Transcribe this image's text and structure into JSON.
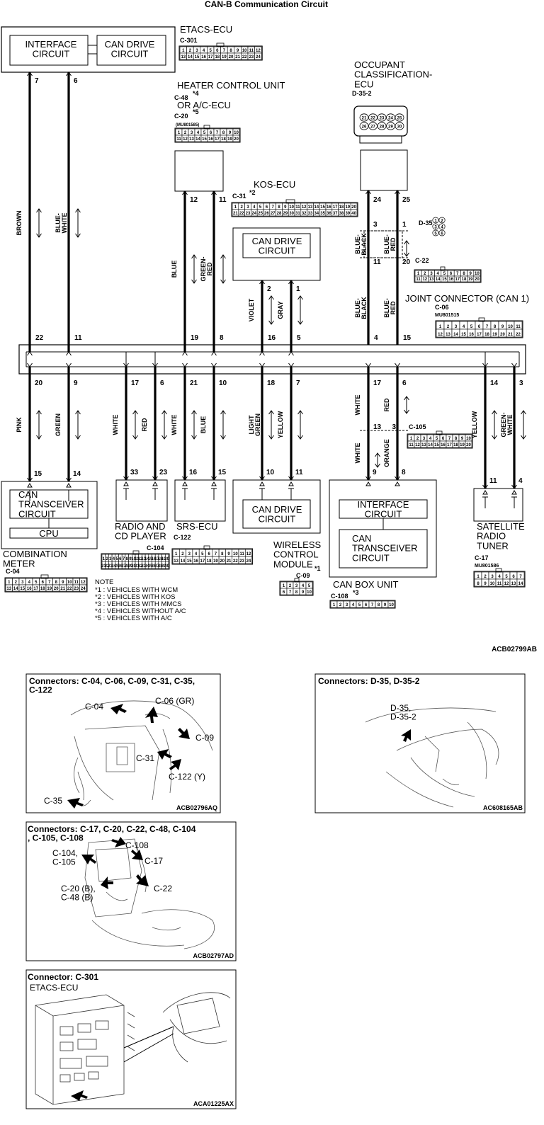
{
  "title": "CAN-B Communication Circuit",
  "wire_colors": {
    "left1": "BROWN",
    "left2": "BLUE-\nWHITE",
    "hc1": "BLUE",
    "hc2": "GREEN-\nRED",
    "kos1": "VIOLET",
    "kos2": "GRAY",
    "oc1a": "BLUE-\nBLACK",
    "oc2a": "BLUE-\nRED",
    "oc1b": "BLUE-\nBLACK",
    "oc2b": "BLUE-\nRED",
    "cm1": "PINK",
    "cm2": "GREEN",
    "ra1": "WHITE",
    "ra2": "RED",
    "srs1": "WHITE",
    "srs2": "BLUE",
    "wc1": "LIGHT\nGREEN",
    "wc2": "YELLOW",
    "cb1a": "WHITE",
    "cb2a": "RED",
    "cb1b": "WHITE",
    "cb2b": "ORANGE",
    "sat1": "YELLOW",
    "sat2": "GREEN-\nWHITE"
  },
  "labels": {
    "etacs": "ETACS-ECU",
    "c301": "C-301",
    "interface": "INTERFACE\nCIRCUIT",
    "can_drive": "CAN DRIVE\nCIRCUIT",
    "heater": "HEATER CONTROL UNIT",
    "c48": "C-48",
    "or_ac": "OR A/C-ECU",
    "c20": "C-20",
    "mu801585": "(MU801585)",
    "kos": "KOS-ECU",
    "c31": "C-31",
    "occupant": "OCCUPANT\nCLASSIFICATION-\nECU",
    "d352": "D-35-2",
    "d35": "D-35",
    "c22": "C-22",
    "joint": "JOINT CONNECTOR (CAN 1)",
    "c06": "C-06",
    "mu801515": "MU801515",
    "can_trans": "CAN\nTRANSCEIVER\nCIRCUIT",
    "cpu": "CPU",
    "combination": "COMBINATION\nMETER",
    "c04": "C-04",
    "radio": "RADIO AND\nCD PLAYER",
    "c104": "C-104",
    "srs": "SRS-ECU",
    "c122": "C-122",
    "wireless": "WIRELESS\nCONTROL\nMODULE",
    "c09": "C-09",
    "canbox": "CAN BOX UNIT",
    "c108": "C-108",
    "c105": "C-105",
    "satellite": "SATELLITE\nRADIO\nTUNER",
    "c17": "C-17",
    "mu801586": "MU801586",
    "star1": "*1",
    "star2": "*2",
    "star3": "*3",
    "star4": "*4",
    "star5": "*5"
  },
  "note": {
    "head": "NOTE",
    "lines": [
      "*1 : VEHICLES WITH WCM",
      "*2 : VEHICLES WITH KOS",
      "*3 : VEHICLES WITH MMCS",
      "*4 : VEHICLES WITHOUT A/C",
      "*5 : VEHICLES WITH A/C"
    ]
  },
  "diagram_code": "ACB02799AB",
  "pins": {
    "et1": "7",
    "et2": "6",
    "hc1": "12",
    "hc2": "11",
    "kos1": "2",
    "kos2": "1",
    "oc1": "24",
    "oc2": "25",
    "d35a": "3",
    "d35b": "1",
    "c22a": "11",
    "c22b": "20",
    "top_et1": "22",
    "top_et2": "11",
    "top_hc1": "19",
    "top_hc2": "8",
    "top_kos1": "16",
    "top_kos2": "5",
    "top_oc1": "4",
    "top_oc2": "15",
    "bot_cm1": "20",
    "bot_cm2": "9",
    "bot_ra1": "17",
    "bot_ra2": "6",
    "bot_srs1": "21",
    "bot_srs2": "10",
    "bot_wc1": "18",
    "bot_wc2": "7",
    "bot_cb1": "17",
    "bot_cb2": "6",
    "bot_sat1": "14",
    "bot_sat2": "3",
    "cb_mid1": "13",
    "cb_mid2": "3",
    "cm1": "15",
    "cm2": "14",
    "ra1": "33",
    "ra2": "23",
    "srs1": "16",
    "srs2": "15",
    "wc1": "10",
    "wc2": "11",
    "cb1": "9",
    "cb2": "8",
    "sat1": "11",
    "sat2": "4"
  },
  "panels": {
    "p1": {
      "title": "Connectors: C-04, C-06, C-09, C-31, C-35,\nC-122",
      "callouts": [
        "C-04",
        "C-06 (GR)",
        "C-09",
        "C-31",
        "C-122 (Y)",
        "C-35"
      ],
      "code": "ACB02796AQ"
    },
    "p2": {
      "title": "Connectors: D-35, D-35-2",
      "callouts": [
        "D-35,\nD-35-2"
      ],
      "code": "AC608165AB"
    },
    "p3": {
      "title": "Connectors: C-17, C-20, C-22, C-48, C-104\n, C-105, C-108",
      "callouts": [
        "C-108",
        "C-104,\nC-105",
        "C-17",
        "C-22",
        "C-20 (B),\nC-48 (B)"
      ],
      "code": "ACB02797AD"
    },
    "p4": {
      "title": "Connector: C-301",
      "sub": "ETACS-ECU",
      "code": "ACA01225AX"
    }
  }
}
